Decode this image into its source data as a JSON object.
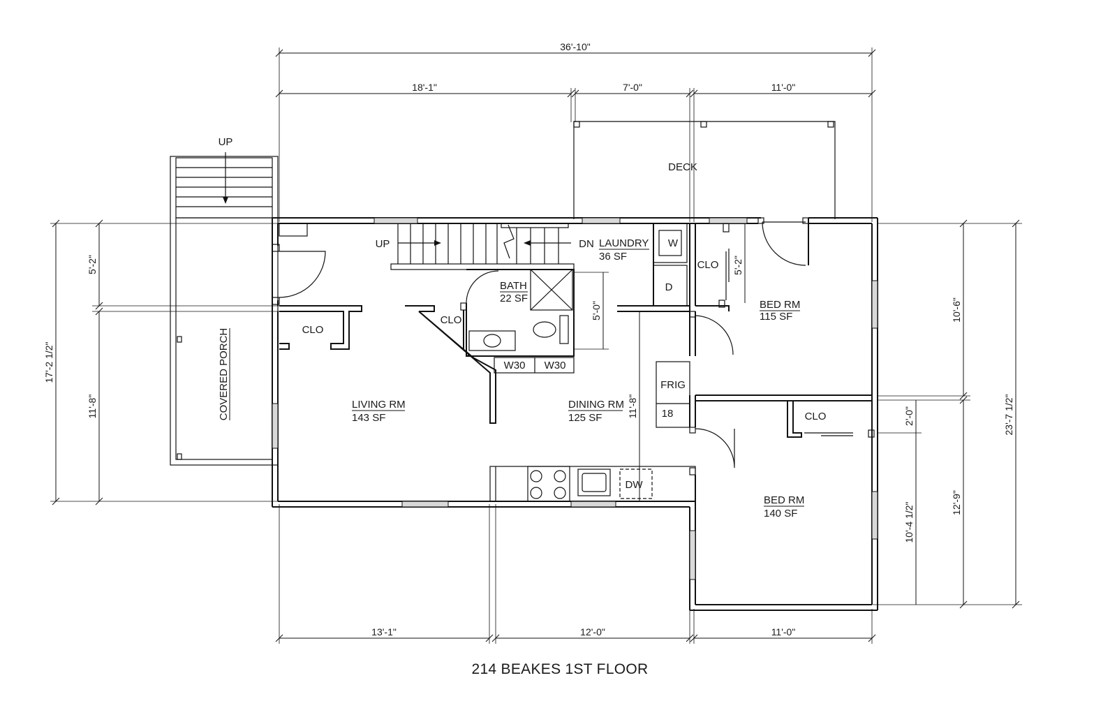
{
  "title": "214 BEAKES 1ST FLOOR",
  "rooms": {
    "living": {
      "name": "LIVING RM",
      "area": "143 SF"
    },
    "dining": {
      "name": "DINING RM",
      "area": "125 SF"
    },
    "bath": {
      "name": "BATH",
      "area": "22 SF"
    },
    "laundry": {
      "name": "LAUNDRY",
      "area": "36 SF"
    },
    "bed1": {
      "name": "BED RM",
      "area": "115 SF"
    },
    "bed2": {
      "name": "BED RM",
      "area": "140 SF"
    },
    "deck": {
      "name": "DECK"
    },
    "porch": {
      "name": "COVERED PORCH"
    }
  },
  "labels": {
    "clo_living": "CLO",
    "clo_hall": "CLO",
    "clo_bed1": "CLO",
    "clo_bed2": "CLO",
    "up_porch": "UP",
    "up_stair": "UP",
    "dn_stair": "DN",
    "washer": "W",
    "dryer": "D",
    "w30_a": "W30",
    "w30_b": "W30",
    "frig": "FRIG",
    "frig_size": "18",
    "dishwasher": "DW"
  },
  "dimensions": {
    "overall_width": "36'-10\"",
    "top_left": "18'-1\"",
    "top_mid": "7'-0\"",
    "top_right": "11'-0\"",
    "bottom_left": "13'-1\"",
    "bottom_mid": "12'-0\"",
    "bottom_right": "11'-0\"",
    "left_overall": "17'-2 1/2\"",
    "left_upper": "5'-2\"",
    "left_lower": "11'-8\"",
    "bath_height": "5'-0\"",
    "dining_height": "11'-8\"",
    "bed1_clo": "5'-2\"",
    "right_upper": "10'-6\"",
    "right_lower": "12'-9\"",
    "right_overall": "23'-7 1/2\"",
    "right_small": "2'-0\"",
    "bed2_height": "10'-4 1/2\""
  }
}
